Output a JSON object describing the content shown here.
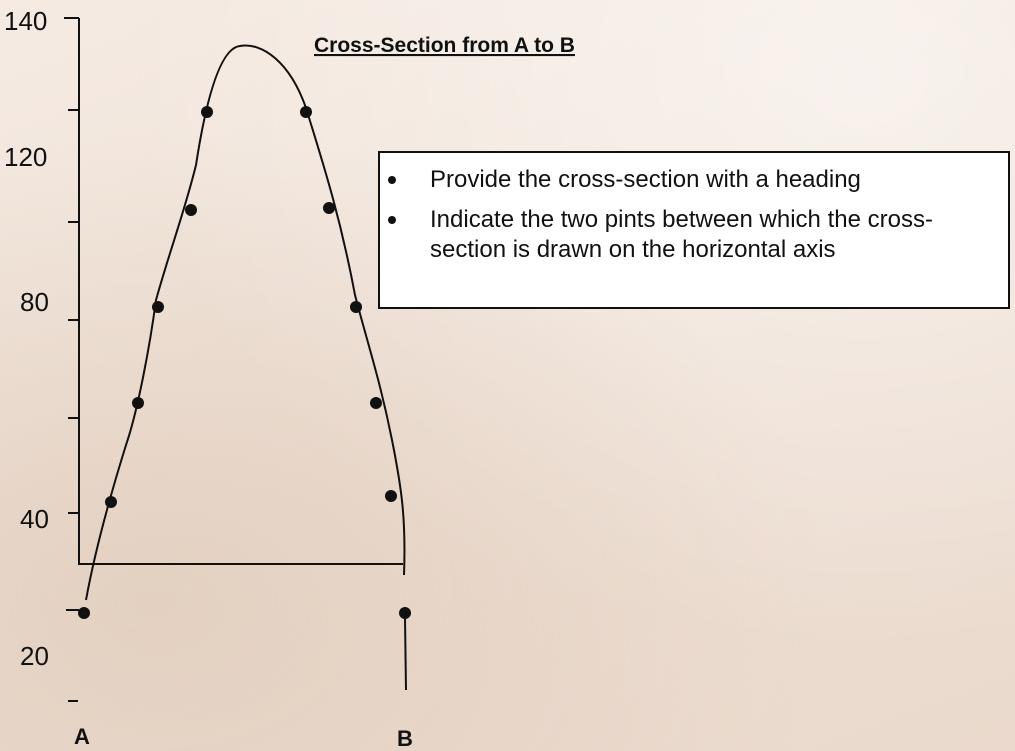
{
  "title": "Cross-Section from A to B",
  "y_tick_labels": [
    "140",
    "120",
    "80",
    "40",
    "20"
  ],
  "start_label": "A",
  "end_label": "B",
  "instructions": [
    "Provide the cross-section with a heading",
    "Indicate the two pints between which the cross-section is drawn on the horizontal axis"
  ],
  "colors": {
    "ink": "#111111",
    "background": "#efe1d6",
    "note_background": "#ffffff"
  }
}
